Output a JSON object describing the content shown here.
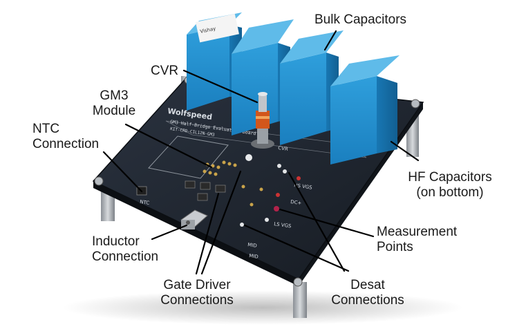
{
  "callouts": {
    "bulk_capacitors": "Bulk Capacitors",
    "cvr": "CVR",
    "gm3_module": [
      "GM3",
      "Module"
    ],
    "ntc_connection": [
      "NTC",
      "Connection"
    ],
    "hf_capacitors": [
      "HF Capacitors",
      "(on bottom)"
    ],
    "measurement_points": [
      "Measurement",
      "Points"
    ],
    "inductor_connection": [
      "Inductor",
      "Connection"
    ],
    "gate_driver_connections": [
      "Gate Driver",
      "Connections"
    ],
    "desat_connections": [
      "Desat",
      "Connections"
    ]
  },
  "board_silkscreen": {
    "brand": "Wolfspeed",
    "title": "GM3 Half-Bridge Evaluation Board",
    "part_number": "KIT-CRD-CIL12N-GM3",
    "cvr": "CVR",
    "ntc": "NTC",
    "hs_vgs": "HS VGS",
    "ls_vgs": "LS VGS",
    "dc_plus": "DC+",
    "mid": "MID"
  },
  "capacitor_brand": "Vishay"
}
